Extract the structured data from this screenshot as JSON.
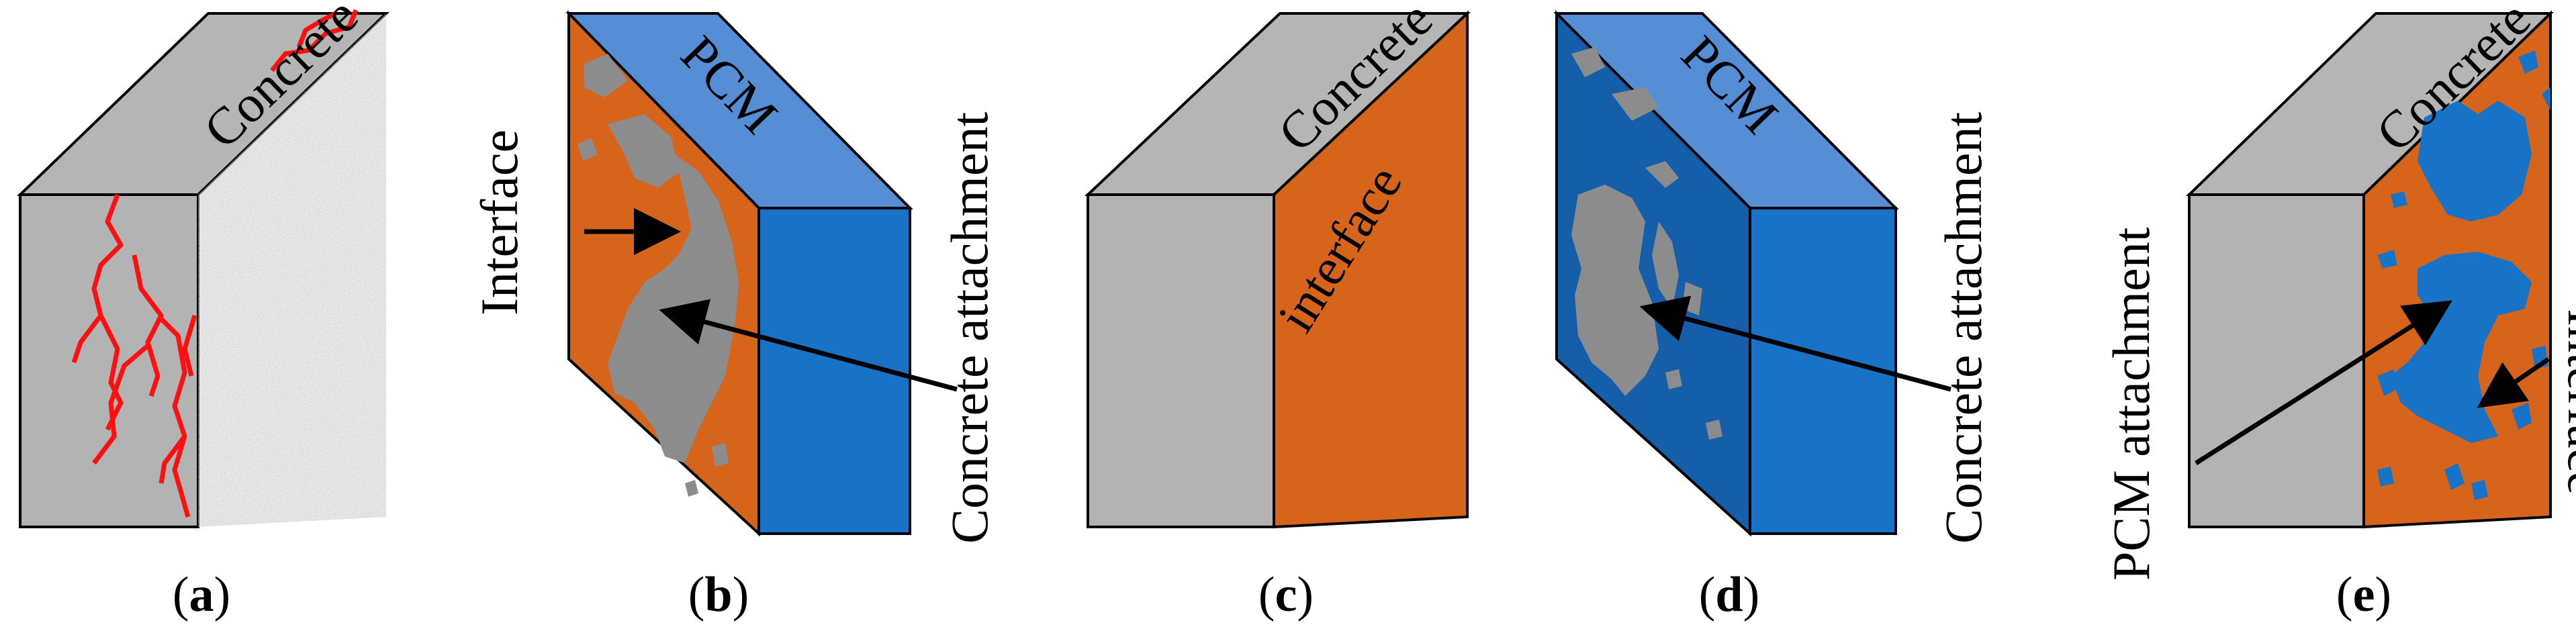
{
  "colors": {
    "concrete_light": "#b3b3b3",
    "concrete_top": "#b5b5b5",
    "interface_orange": "#d6641b",
    "pcm_top": "#558ed5",
    "pcm_side": "#1872c6",
    "pcm_dark_face": "#155faa",
    "attachment_grey": "#8c8c8c",
    "crack_red": "#ff1010"
  },
  "panels": [
    {
      "id": "a",
      "caption": "a",
      "labels": {
        "top": "Concrete"
      }
    },
    {
      "id": "b",
      "caption": "b",
      "labels": {
        "top": "PCM",
        "left": "Interface",
        "right": "Concrete attachment"
      }
    },
    {
      "id": "c",
      "caption": "c",
      "labels": {
        "top": "Concrete",
        "side": "interface"
      }
    },
    {
      "id": "d",
      "caption": "d",
      "labels": {
        "top": "PCM",
        "right": "Concrete attachment"
      }
    },
    {
      "id": "e",
      "caption": "e",
      "labels": {
        "top": "Concrete",
        "left": "PCM attachment",
        "right": "Interface"
      }
    }
  ]
}
